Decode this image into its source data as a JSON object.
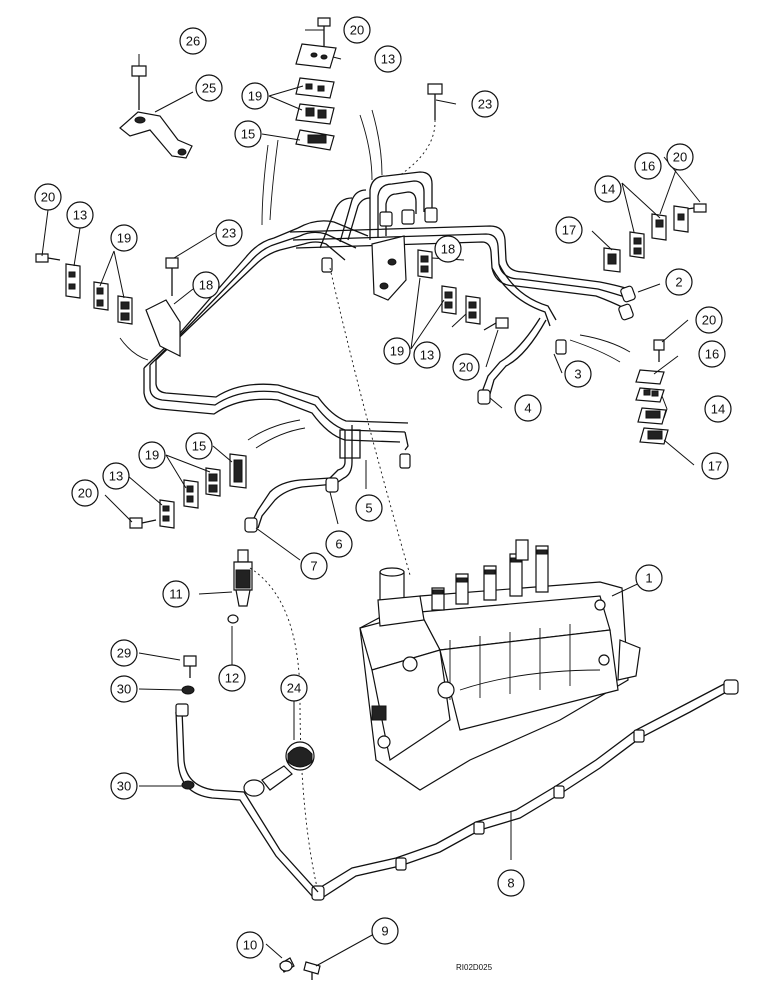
{
  "drawing_id": "RI02D025",
  "callouts": [
    {
      "id": "c26",
      "label": "26"
    },
    {
      "id": "c25",
      "label": "25"
    },
    {
      "id": "c20a",
      "label": "20"
    },
    {
      "id": "c13a",
      "label": "13"
    },
    {
      "id": "c19a",
      "label": "19"
    },
    {
      "id": "c15a",
      "label": "15"
    },
    {
      "id": "c23a",
      "label": "23"
    },
    {
      "id": "c20b",
      "label": "20"
    },
    {
      "id": "c13b",
      "label": "13"
    },
    {
      "id": "c19b",
      "label": "19"
    },
    {
      "id": "c23b",
      "label": "23"
    },
    {
      "id": "c18a",
      "label": "18"
    },
    {
      "id": "c16a",
      "label": "16"
    },
    {
      "id": "c20c",
      "label": "20"
    },
    {
      "id": "c14a",
      "label": "14"
    },
    {
      "id": "c17a",
      "label": "17"
    },
    {
      "id": "c18b",
      "label": "18"
    },
    {
      "id": "c2",
      "label": "2"
    },
    {
      "id": "c19c",
      "label": "19"
    },
    {
      "id": "c13c",
      "label": "13"
    },
    {
      "id": "c20d",
      "label": "20"
    },
    {
      "id": "c20e",
      "label": "20"
    },
    {
      "id": "c16b",
      "label": "16"
    },
    {
      "id": "c3",
      "label": "3"
    },
    {
      "id": "c4",
      "label": "4"
    },
    {
      "id": "c14b",
      "label": "14"
    },
    {
      "id": "c17b",
      "label": "17"
    },
    {
      "id": "c15b",
      "label": "15"
    },
    {
      "id": "c19d",
      "label": "19"
    },
    {
      "id": "c13d",
      "label": "13"
    },
    {
      "id": "c20f",
      "label": "20"
    },
    {
      "id": "c5",
      "label": "5"
    },
    {
      "id": "c6",
      "label": "6"
    },
    {
      "id": "c7",
      "label": "7"
    },
    {
      "id": "c1",
      "label": "1"
    },
    {
      "id": "c11",
      "label": "11"
    },
    {
      "id": "c12",
      "label": "12"
    },
    {
      "id": "c29",
      "label": "29"
    },
    {
      "id": "c24",
      "label": "24"
    },
    {
      "id": "c30a",
      "label": "30"
    },
    {
      "id": "c30b",
      "label": "30"
    },
    {
      "id": "c8",
      "label": "8"
    },
    {
      "id": "c9",
      "label": "9"
    },
    {
      "id": "c10",
      "label": "10"
    }
  ]
}
